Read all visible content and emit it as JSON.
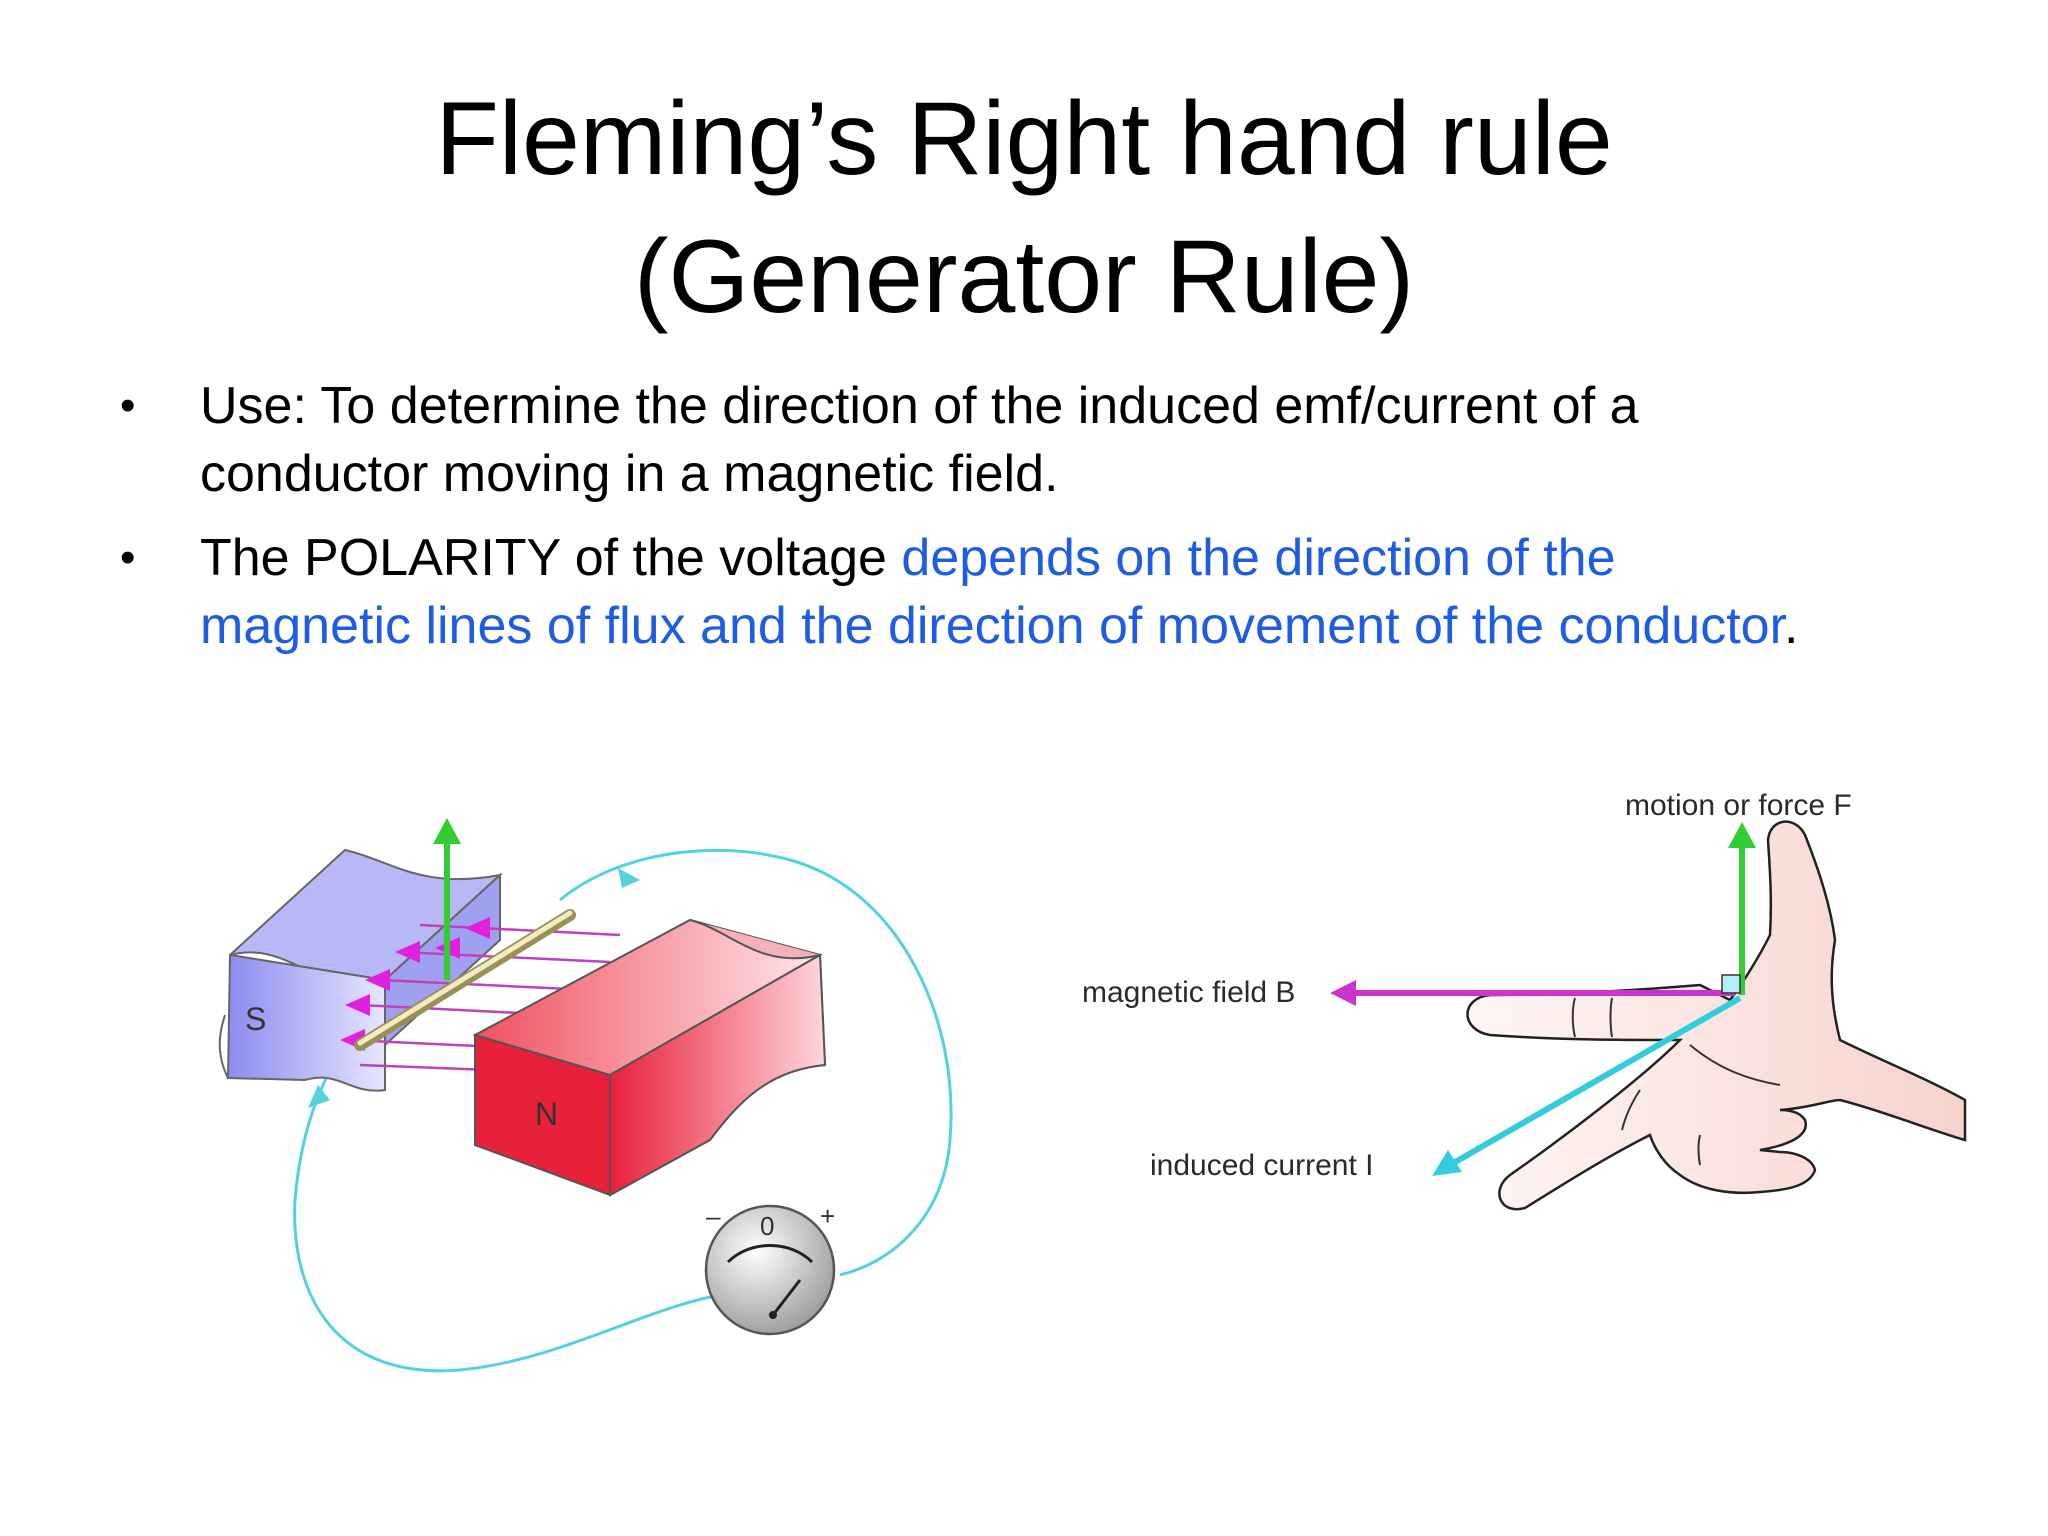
{
  "title": {
    "line1": "Fleming’s Right hand rule",
    "line2": "(Generator Rule)"
  },
  "bullets": [
    {
      "marker": "•",
      "text": "Use: To determine the direction of the induced emf/current of a conductor moving in a magnetic field."
    },
    {
      "marker": "•",
      "text_plain": "The POLARITY of the voltage ",
      "text_highlight": "depends on the direction of the magnetic lines of flux and the direction of movement of the conductor",
      "text_end": "."
    }
  ],
  "generator_diagram": {
    "south_pole": "S",
    "north_pole": "N",
    "meter_zero": "0",
    "meter_minus": "–",
    "meter_plus": "+"
  },
  "hand_diagram": {
    "motion_label": "motion or force F",
    "field_label": "magnetic field B",
    "current_label": "induced current I"
  },
  "colors": {
    "text_highlight": "#1e5ce6",
    "field_arrow": "#cc33cc",
    "motion_arrow": "#33cc33",
    "current_arrow": "#33ccdd",
    "north_magnet": "#e83040",
    "south_magnet": "#9a9af0"
  }
}
